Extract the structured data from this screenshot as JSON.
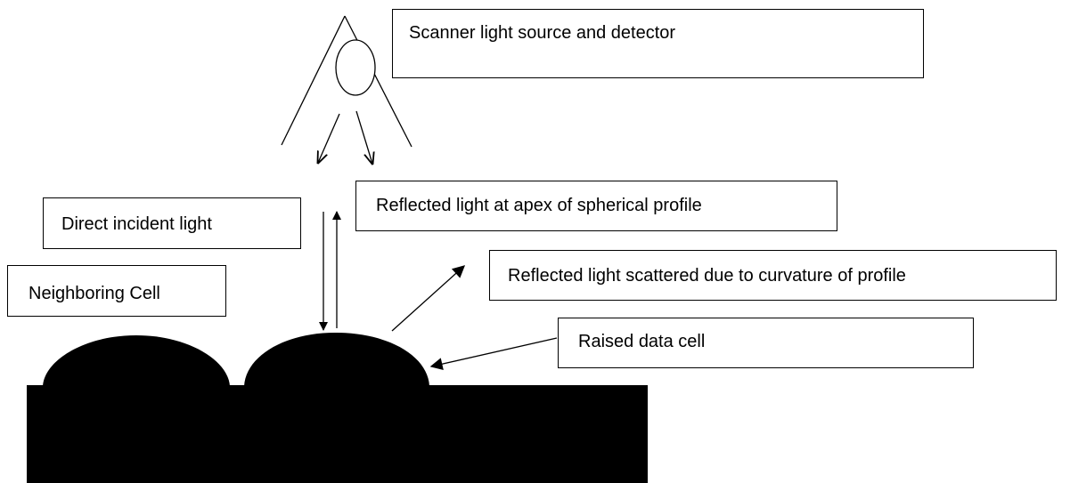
{
  "labels": {
    "scanner": "Scanner light source and detector",
    "apex_reflection": "Reflected light at apex of spherical profile",
    "direct_incident": "Direct incident light",
    "scattered_reflection": "Reflected light scattered due to curvature of profile",
    "neighboring_cell": "Neighboring Cell",
    "raised_cell": "Raised data cell"
  },
  "colors": {
    "ink": "#000000",
    "background": "#ffffff"
  }
}
